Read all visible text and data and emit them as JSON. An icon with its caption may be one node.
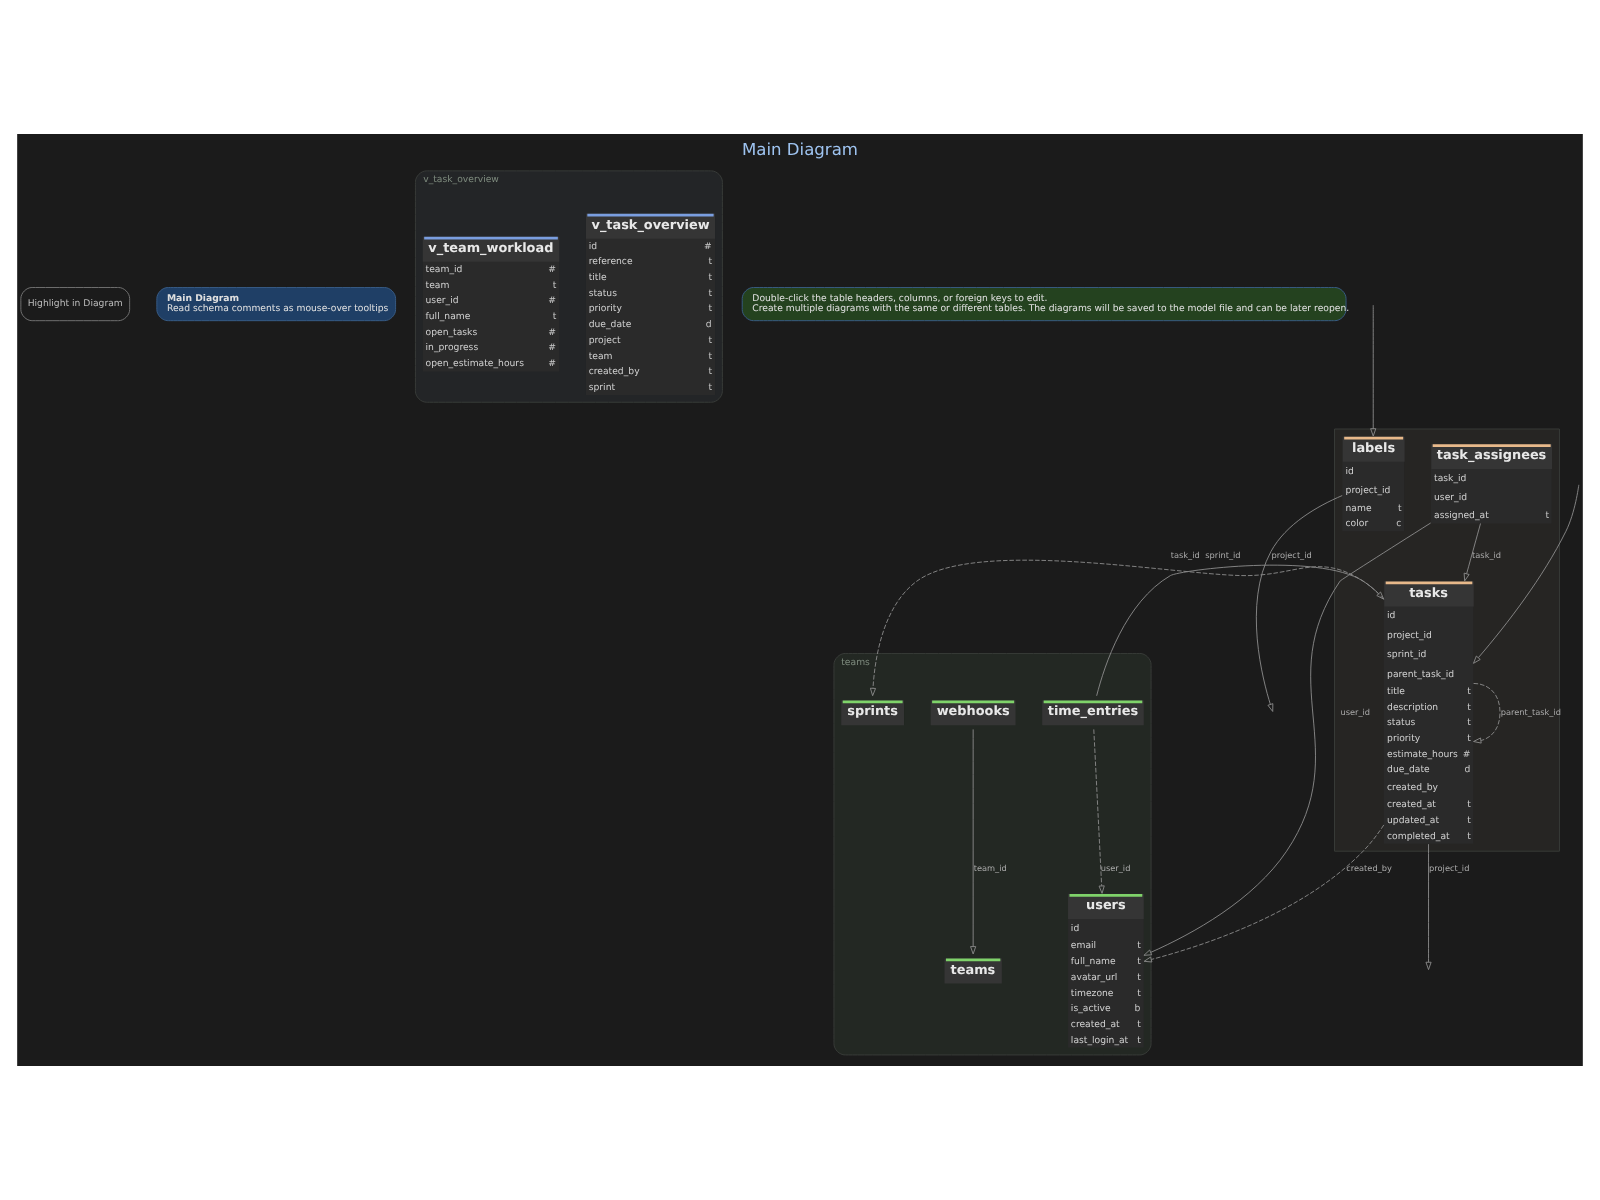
{
  "diagram": {
    "title": "Main Diagram",
    "nodes": [
      {
        "text": [
          "Main Diagram",
          "Read schema comments as mouse-over tooltips"
        ]
      },
      {
        "text": [
          "v_task_overview"
        ]
      },
      {
        "text": [
          "v_task_overview",
          "id",
          "#",
          "reference",
          "t",
          "title",
          "t",
          "status",
          "t",
          "priority",
          "t",
          "due_date",
          "d",
          "project",
          "t",
          "team",
          "t",
          "created_by",
          "t",
          "sprint",
          "t"
        ],
        "in": 1
      },
      {
        "text": [
          "v_team_workload",
          "team_id",
          "#",
          "team",
          "t",
          "user_id",
          "#",
          "full_name",
          "t",
          "open_tasks",
          "#",
          "in_progress",
          "#",
          "open_estimate_hours",
          "#"
        ],
        "in": 1
      },
      {
        "text": [
          "Double-click the table headers, columns, or foreign keys to edit.",
          "Create multiple diagrams with the same or different tables. The diagrams will be saved to the model file and can be later reopen."
        ]
      },
      {
        "text": [],
        "shape": "box"
      },
      {
        "text": [
          "tasks",
          "id",
          "project_id",
          "sprint_id",
          "parent_task_id",
          "title",
          "t",
          "description",
          "t",
          "status",
          "t",
          "priority",
          "t",
          "estimate_hours",
          "#",
          "due_date",
          "d",
          "created_by",
          "created_at",
          "t",
          "updated_at",
          "t",
          "completed_at",
          "t"
        ],
        "in": 5
      },
      {
        "text": [
          "labels",
          "id",
          "project_id",
          "name",
          "t",
          "color",
          "c"
        ],
        "in": 5
      },
      {
        "text": [
          "task_assignees",
          "task_id",
          "user_id",
          "assigned_at",
          "t"
        ],
        "in": 5
      },
      {
        "text": [
          "teams"
        ]
      },
      {
        "text": [
          "users",
          "id",
          "email",
          "t",
          "full_name",
          "t",
          "avatar_url",
          "t",
          "timezone",
          "t",
          "is_active",
          "b",
          "created_at",
          "t",
          "last_login_at",
          "t"
        ],
        "in": 9
      },
      {
        "text": [
          "time_entries"
        ],
        "in": 9
      },
      {
        "text": [
          "webhooks"
        ],
        "in": 9
      },
      {
        "text": [
          "sprints"
        ],
        "in": 9
      },
      {
        "text": [
          "teams"
        ],
        "in": 9
      }
    ],
    "edges": [
      {
        "from": 6,
        "to": 6,
        "arrow": "to",
        "label": "parent_task_id",
        "style": "dashed"
      },
      {
        "from": 6,
        "to": 10,
        "arrow": "to",
        "label": "created_by",
        "style": "dashed"
      },
      {
        "from": null,
        "to": 6,
        "arrow": "to"
      },
      {
        "from": 6,
        "to": 13,
        "arrow": "to",
        "label": "sprint_id",
        "style": "dashed"
      },
      {
        "from": 8,
        "to": 6,
        "arrow": "to",
        "label": "task_id"
      },
      {
        "from": 8,
        "to": 10,
        "arrow": "to",
        "label": "user_id"
      },
      {
        "from": 7,
        "to": null,
        "arrow": "to",
        "label": "project_id"
      },
      {
        "from": 11,
        "to": 10,
        "arrow": "to",
        "label": "user_id",
        "style": "dashed"
      },
      {
        "from": 11,
        "to": 6,
        "arrow": "to",
        "label": "task_id"
      },
      {
        "from": 12,
        "to": 14,
        "arrow": "to",
        "label": "team_id"
      },
      {
        "from": 6,
        "to": null,
        "arrow": "to",
        "label": "project_id"
      },
      {
        "from": null,
        "to": 7,
        "arrow": "to"
      }
    ],
    "labels": [
      "Highlight in Diagram"
    ]
  }
}
